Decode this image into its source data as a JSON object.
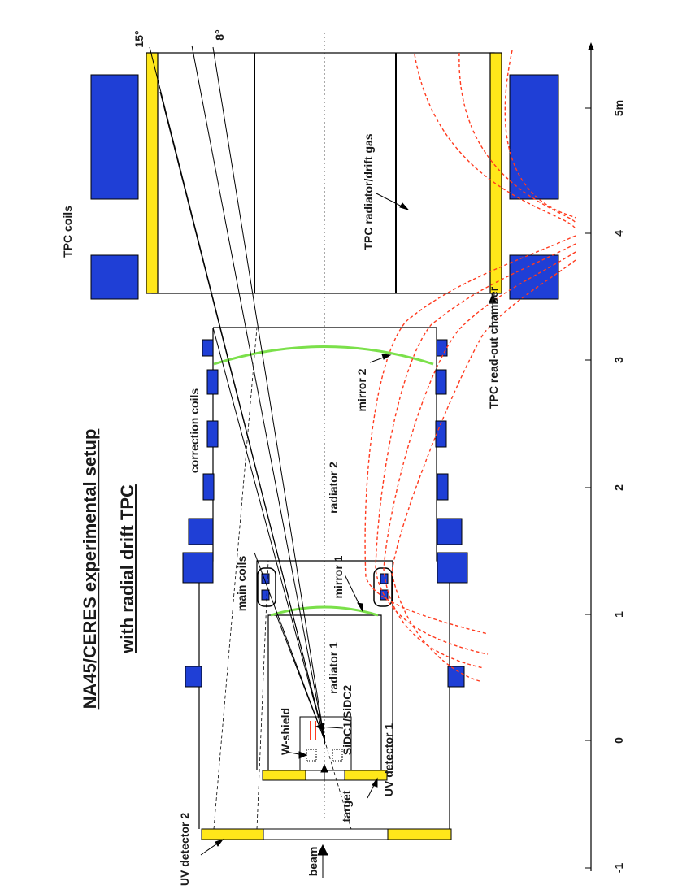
{
  "title": {
    "line1": "NA45/CERES experimental setup",
    "line2": "with radial drift TPC"
  },
  "labels": {
    "tpc_coils": "TPC coils",
    "tpc_radiator": "TPC radiator/drift gas",
    "tpc_readout": "TPC read-out chamber",
    "correction_coils": "correction coils",
    "mirror_2": "mirror 2",
    "radiator_2": "radiator 2",
    "main_coils": "main coils",
    "mirror_1": "mirror 1",
    "radiator_1": "radiator 1",
    "sidc": "SiDC1/SiDC2",
    "w_shield": "W-shield",
    "uv_detector_1": "UV detector 1",
    "uv_detector_2": "UV detector 2",
    "target": "target",
    "beam": "beam",
    "angle_15": "15°",
    "angle_8": "8°"
  },
  "axis": {
    "ticks": [
      "-1",
      "0",
      "1",
      "2",
      "3",
      "4",
      "5m"
    ]
  },
  "colors": {
    "coil_blue": "#1f3fd6",
    "detector_yellow": "#ffe71a",
    "mirror_green": "#7be04a",
    "field_red": "#ff3b1f"
  }
}
